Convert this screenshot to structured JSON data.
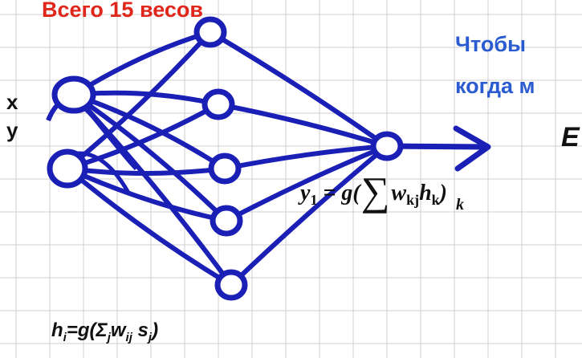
{
  "title": "Всего 15 весов",
  "text_right_line1": "Чтобы",
  "text_right_line2": "когда м",
  "input_labels": [
    "x",
    "y"
  ],
  "big_letter": "E",
  "output_formula": {
    "lhs": "y",
    "lhs_sub": "1",
    "eq": " = g(",
    "sigma": "∑",
    "w": "w",
    "w_sub": "kj",
    "h": "h",
    "h_sub": "k",
    "close": ")",
    "sigma_index": "k"
  },
  "hidden_formula": {
    "h": "h",
    "h_sub": "i",
    "eq": "=g(Σ",
    "sum_sub": "j",
    "w": "w",
    "w_sub": "ij",
    "s": " s",
    "s_sub": "j",
    "close": ")"
  },
  "colors": {
    "network_ink": "#1a1fb5",
    "title_red": "#e0261b",
    "text_blue": "#2a5bd0",
    "grid": "#cfcfcf"
  }
}
